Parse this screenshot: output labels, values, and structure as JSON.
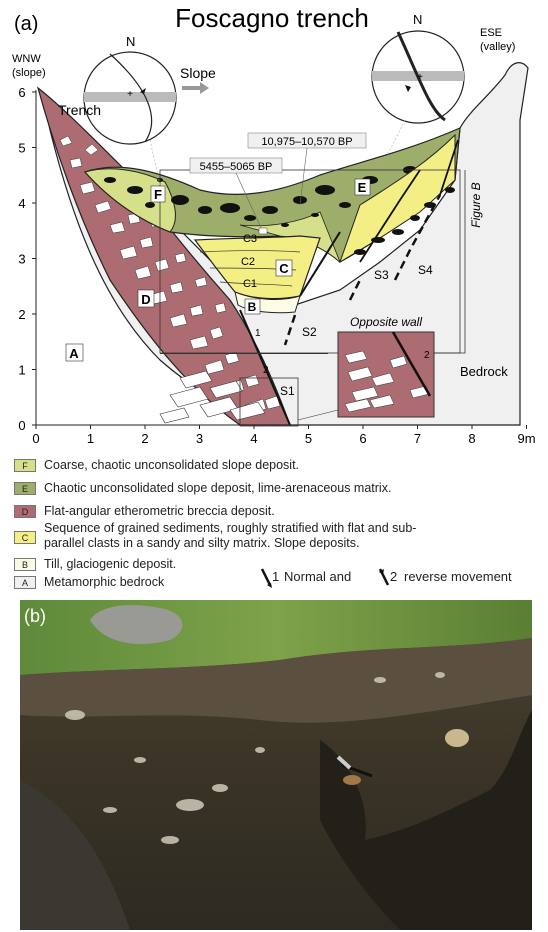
{
  "panel_a": {
    "label": "(a)",
    "title": "Foscagno trench",
    "left_end": "WNW\n(slope)",
    "right_end": "ESE\n(valley)",
    "north": "N",
    "slope_arrow": "Slope",
    "trench": "Trench",
    "dates": [
      "10,975–10,570 BP",
      "5455–5065 BP"
    ],
    "units": [
      "F",
      "E",
      "D",
      "C",
      "C1",
      "C2",
      "C3",
      "B",
      "A"
    ],
    "faults": [
      "S1",
      "S2",
      "S3",
      "S4"
    ],
    "figure_b": "Figure B",
    "opposite_wall": "Opposite wall",
    "bedrock": "Bedrock",
    "movement_numbers": [
      "1",
      "2"
    ],
    "x_ticks": [
      "0",
      "1",
      "2",
      "3",
      "4",
      "5",
      "6",
      "7",
      "8",
      "9m"
    ],
    "y_ticks": [
      "0",
      "1",
      "2",
      "3",
      "4",
      "5",
      "6"
    ]
  },
  "legend": [
    {
      "letter": "F",
      "text": "Coarse, chaotic unconsolidated slope deposit.",
      "color": "#d6df8a"
    },
    {
      "letter": "E",
      "text": "Chaotic unconsolidated slope deposit, lime-arenaceous matrix.",
      "color": "#9cae6a"
    },
    {
      "letter": "D",
      "text": "Flat-angular etherometric breccia deposit.",
      "color": "#ad6c71"
    },
    {
      "letter": "C",
      "text": "Sequence of grained sediments, roughly stratified with flat and sub-\nparallel clasts in a sandy and silty matrix. Slope deposits.",
      "color": "#f3ef85"
    },
    {
      "letter": "B",
      "text": "Till, glaciogenic deposit.",
      "color": "#fbfbe6"
    },
    {
      "letter": "A",
      "text": "Metamorphic bedrock",
      "color": "#f0f0f0"
    }
  ],
  "movement_legend": {
    "normal": "Normal and",
    "reverse": "reverse movement",
    "n1": "1",
    "n2": "2"
  },
  "panel_b": {
    "label": "(b)"
  }
}
